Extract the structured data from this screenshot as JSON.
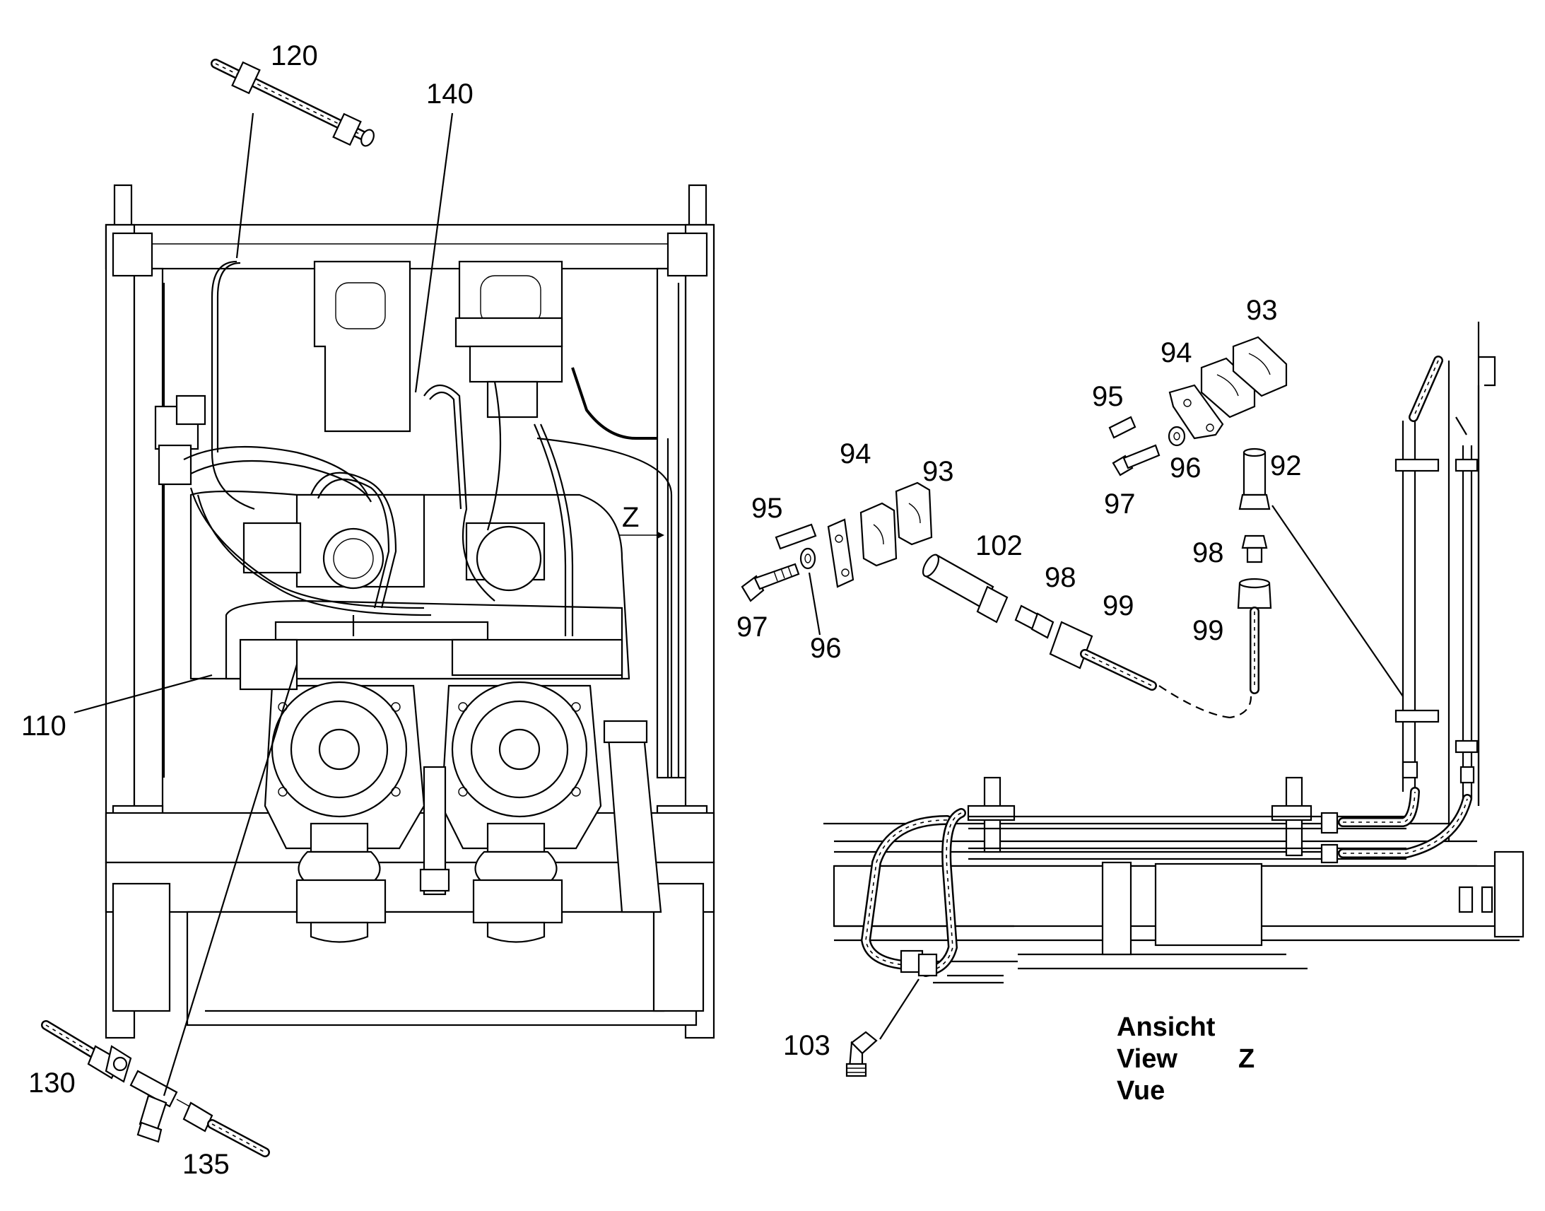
{
  "callouts": {
    "c120": "120",
    "c140": "140",
    "c110": "110",
    "c130": "130",
    "c135": "135",
    "c103": "103",
    "c102": "102",
    "c93a": "93",
    "c94a": "94",
    "c95a": "95",
    "c96a": "96",
    "c97a": "97",
    "c98a": "98",
    "c99a": "99",
    "c93b": "93",
    "c94b": "94",
    "c95b": "95",
    "c96b": "96",
    "c97b": "97",
    "c92": "92",
    "c98b": "98",
    "c99b": "99",
    "cz": "Z"
  },
  "view_label": {
    "line1": "Ansicht",
    "line2": "View",
    "line3": "Vue",
    "letter": "Z"
  }
}
